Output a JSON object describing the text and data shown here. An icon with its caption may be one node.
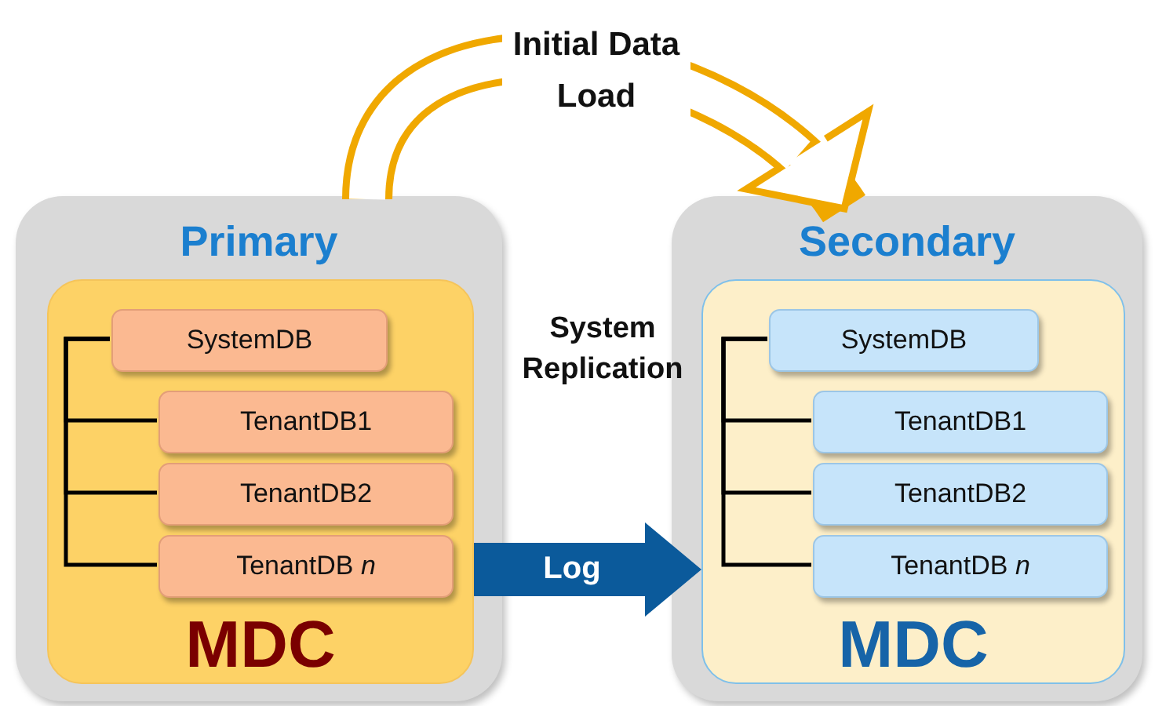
{
  "diagram": {
    "nodes": [
      {
        "text": [
          "Primary"
        ]
      },
      {
        "text": [
          "MDC"
        ],
        "in": 0
      },
      {
        "text": [
          "SystemDB"
        ],
        "in": 1
      },
      {
        "text": [
          "TenantDB1"
        ],
        "in": 1
      },
      {
        "text": [
          "TenantDB2"
        ],
        "in": 1
      },
      {
        "text": [
          "TenantDB *n*"
        ],
        "in": 1
      },
      {
        "text": [
          "Secondary"
        ]
      },
      {
        "text": [
          "MDC"
        ],
        "in": 6
      },
      {
        "text": [
          "SystemDB"
        ],
        "in": 7
      },
      {
        "text": [
          "TenantDB1"
        ],
        "in": 7
      },
      {
        "text": [
          "TenantDB2"
        ],
        "in": 7
      },
      {
        "text": [
          "TenantDB *n*"
        ],
        "in": 7
      }
    ],
    "edges": [
      {
        "from": 0,
        "to": 6,
        "arrow": "to",
        "label": "Initial Data Load",
        "style": "thick",
        "color": "#f0a800"
      },
      {
        "from": 1,
        "to": 7,
        "arrow": "to",
        "label": "Log",
        "style": "thick",
        "color": "#0b5a9b"
      },
      {
        "from": 2,
        "to": 3,
        "arrow": "none"
      },
      {
        "from": 2,
        "to": 4,
        "arrow": "none"
      },
      {
        "from": 2,
        "to": 5,
        "arrow": "none"
      },
      {
        "from": 8,
        "to": 9,
        "arrow": "none"
      },
      {
        "from": 8,
        "to": 10,
        "arrow": "none"
      },
      {
        "from": 8,
        "to": 11,
        "arrow": "none"
      }
    ],
    "labels": [
      "System Replication"
    ]
  }
}
